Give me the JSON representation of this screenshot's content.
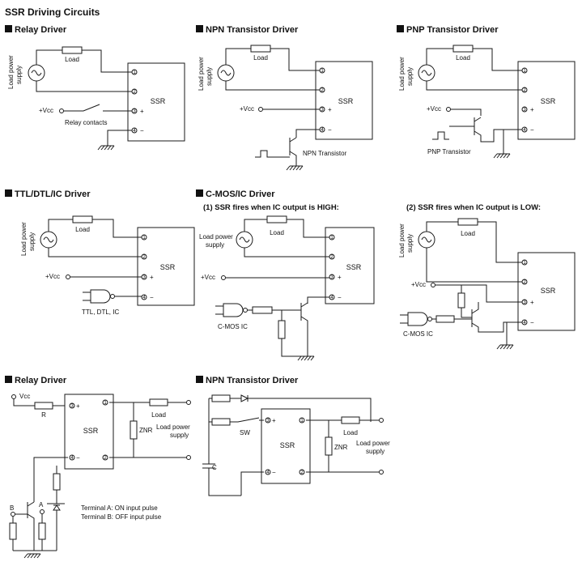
{
  "page_title": "SSR Driving Circuits",
  "sections": {
    "relay_driver": "Relay Driver",
    "npn_driver": "NPN Transistor Driver",
    "pnp_driver": "PNP Transistor Driver",
    "ttl_driver": "TTL/DTL/IC Driver",
    "cmos_driver": "C-MOS/IC Driver",
    "cmos_high": "(1) SSR fires when IC output is HIGH:",
    "cmos_low": "(2) SSR fires when IC output is LOW:"
  },
  "labels": {
    "load": "Load",
    "load_power": "Load power",
    "supply": "supply",
    "ssr": "SSR",
    "vcc": "+Vcc",
    "vcc2": "Vcc",
    "plus": "+",
    "minus": "−",
    "relay_contacts": "Relay contacts",
    "npn_transistor": "NPN Transistor",
    "pnp_transistor": "PNP Transistor",
    "ttl_ic": "TTL, DTL, IC",
    "cmos_ic": "C-MOS IC",
    "r": "R",
    "zn": "ZNR",
    "sw": "SW",
    "c": "C",
    "a": "A",
    "b": "B",
    "terminal_a": "Terminal A: ON input pulse",
    "terminal_b": "Terminal B: OFF input pulse",
    "pin1": "1",
    "pin2": "2",
    "pin3": "3",
    "pin4": "4"
  }
}
